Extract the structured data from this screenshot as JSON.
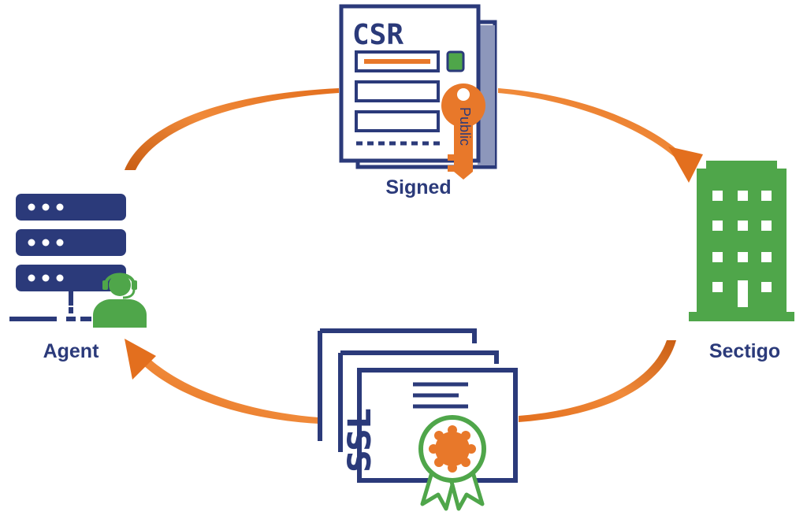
{
  "colors": {
    "navy": "#2b3a7a",
    "orange": "#e8782a",
    "orange_dark": "#c95e14",
    "green": "#4fa64a",
    "slate": "#5b6a96"
  },
  "nodes": {
    "agent": {
      "label": "Agent",
      "icon": "server-with-support-agent-icon"
    },
    "sectigo": {
      "label": "Sectigo",
      "icon": "building-icon"
    },
    "csr": {
      "title": "CSR",
      "key_label": "Public",
      "caption": "Signed",
      "icon": "csr-document-with-key-icon"
    },
    "ssl": {
      "title": "SSL",
      "icon": "ssl-certificate-with-badge-icon"
    }
  }
}
